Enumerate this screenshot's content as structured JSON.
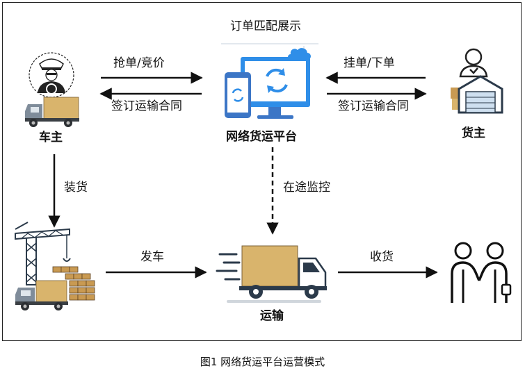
{
  "diagram": {
    "top_title": "订单匹配展示",
    "platform_label": "网络货运平台",
    "carrier_label": "车主",
    "shipper_label": "货主",
    "transport_label": "运输",
    "edges": {
      "carrier_to_platform": "抢单/竞价",
      "platform_to_carrier": "签订运输合同",
      "shipper_to_platform": "挂单/下单",
      "platform_to_shipper": "签订运输合同",
      "carrier_down": "装货",
      "platform_down": "在途监控",
      "loading_to_transport": "发车",
      "transport_to_receive": "收货"
    }
  },
  "caption": "图1 网络货运平台运营模式",
  "colors": {
    "truck_body": "#d9b46c",
    "platform_blue": "#2f8ee8",
    "line": "#111111"
  },
  "icons": {
    "carrier": "driver-truck-icon",
    "platform": "computer-phone-icon",
    "shipper": "person-warehouse-icon",
    "loading": "crane-loading-icon",
    "transport": "moving-truck-icon",
    "receive": "handshake-icon"
  }
}
